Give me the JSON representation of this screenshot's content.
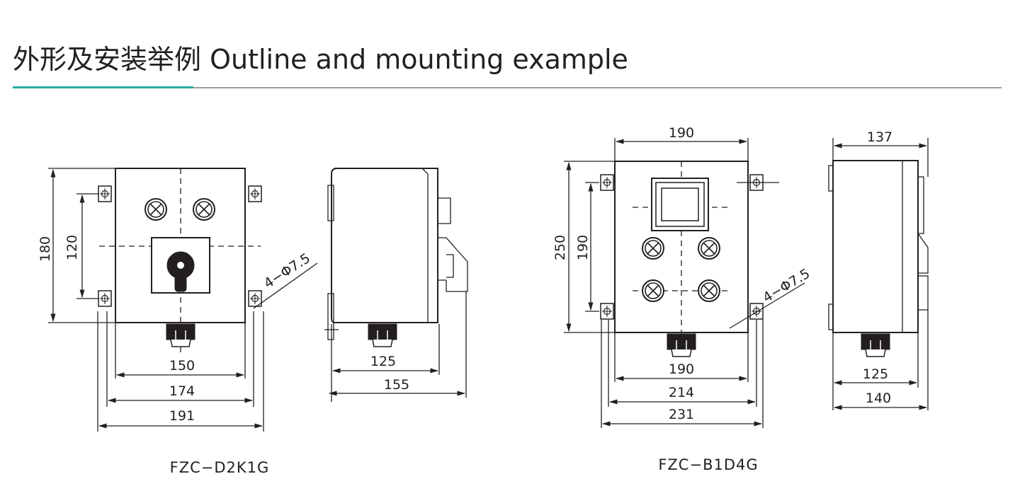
{
  "header": {
    "title": "外形及安装举例 Outline and mounting example"
  },
  "colors": {
    "accent": "#2aa9a0",
    "rule": "#9d9d9d",
    "line": "#231f20"
  },
  "models": [
    {
      "caption": "FZC−D2K1G",
      "front": {
        "height": "180",
        "inner_height": "120",
        "hole": "4−Φ7.5",
        "w1": "150",
        "w2": "174",
        "w3": "191"
      },
      "side": {
        "w1": "125",
        "w2": "155"
      }
    },
    {
      "caption": "FZC−B1D4G",
      "front": {
        "top_width": "190",
        "height": "250",
        "inner_height": "190",
        "hole": "4−Φ7.5",
        "w1": "190",
        "w2": "214",
        "w3": "231"
      },
      "side": {
        "top_width": "137",
        "w1": "125",
        "w2": "140"
      }
    }
  ]
}
